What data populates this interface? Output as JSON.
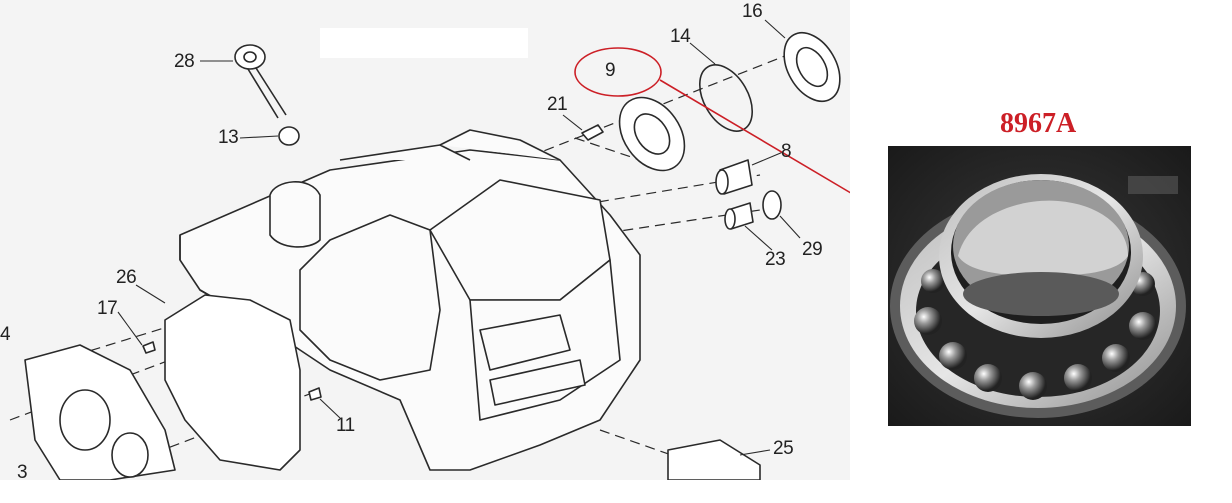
{
  "diagram": {
    "callouts": {
      "c28": "28",
      "c13": "13",
      "c21": "21",
      "c9": "9",
      "c14": "14",
      "c16": "16",
      "c8": "8",
      "c29": "29",
      "c23": "23",
      "c26": "26",
      "c17": "17",
      "c11": "11",
      "c25": "25",
      "c4": "4",
      "c3": "3"
    }
  },
  "part": {
    "number": "8967A"
  },
  "colors": {
    "highlight": "#cc1f26",
    "line": "#2a2a2a",
    "background": "#f4f4f4"
  }
}
